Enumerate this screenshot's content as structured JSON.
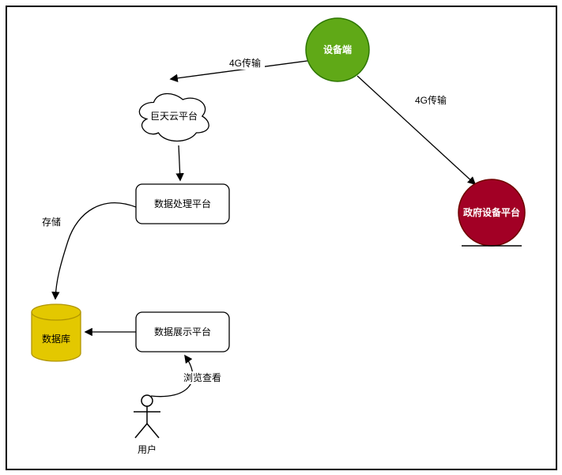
{
  "canvas": {
    "background": "#ffffff",
    "border_color": "#000000"
  },
  "diagram": {
    "nodes": {
      "device": {
        "label": "设备端",
        "fill": "#60a917",
        "stroke": "#2d7600",
        "text_color": "#ffffff"
      },
      "gov_platform": {
        "label": "政府设备平台",
        "fill": "#a20025",
        "stroke": "#6f0000",
        "text_color": "#ffffff"
      },
      "cloud": {
        "label": "巨天云平台",
        "fill": "#ffffff",
        "stroke": "#000000",
        "text_color": "#000000"
      },
      "processing": {
        "label": "数据处理平台",
        "fill": "#ffffff",
        "stroke": "#000000",
        "text_color": "#000000"
      },
      "display": {
        "label": "数据展示平台",
        "fill": "#ffffff",
        "stroke": "#000000",
        "text_color": "#000000"
      },
      "database": {
        "label": "数据库",
        "fill": "#e3c800",
        "stroke": "#b09500",
        "text_color": "#000000"
      },
      "user": {
        "label": "用户",
        "text_color": "#000000"
      }
    },
    "edges": {
      "device_to_cloud": {
        "label": "4G传输"
      },
      "device_to_gov": {
        "label": "4G传输"
      },
      "cloud_to_processing": {
        "label": ""
      },
      "processing_to_db": {
        "label": "存储"
      },
      "display_to_db": {
        "label": ""
      },
      "user_to_display": {
        "label": "浏览查看"
      }
    }
  }
}
